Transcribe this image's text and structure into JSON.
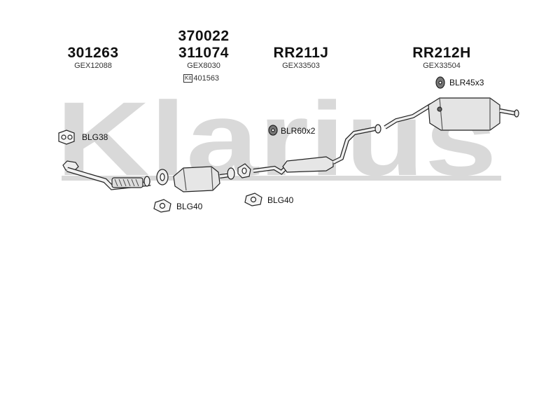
{
  "watermark": {
    "text": "Klarius",
    "color": "#d9d9d9"
  },
  "parts": [
    {
      "number": "301263",
      "ref": "GEX12088"
    },
    {
      "number_top": "370022",
      "number": "311074",
      "ref": "GEX8030",
      "kit_badge": "Kit",
      "kit_ref": "401563"
    },
    {
      "number": "RR211J",
      "ref": "GEX33503"
    },
    {
      "number": "RR212H",
      "ref": "GEX33504"
    }
  ],
  "callouts": {
    "gasket_front": "BLG38",
    "gasket_cat": "BLG40",
    "gasket_mid": "BLG40",
    "rubber_mid": "BLR60x2",
    "rubber_rear": "BLR45x3"
  },
  "colors": {
    "pipe_stroke": "#222222",
    "pipe_fill": "#eeeeee"
  }
}
